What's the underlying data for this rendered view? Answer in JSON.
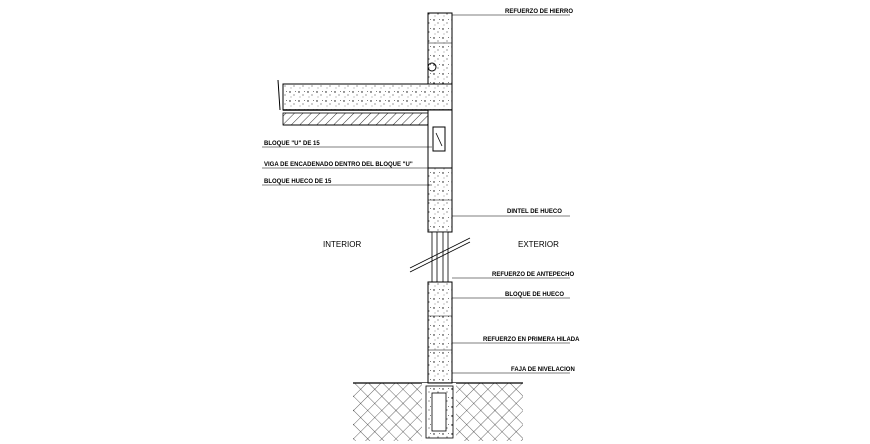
{
  "labels": {
    "refuerzo_hierro": "REFUERZO DE HIERRO",
    "bloque_u": "BLOQUE \"U\" DE 15",
    "viga_encadenado": "VIGA DE ENCADENADO DENTRO DEL BLOQUE \"U\"",
    "bloque_hueco": "BLOQUE HUECO DE 15",
    "interior": "INTERIOR",
    "exterior": "EXTERIOR",
    "dintel": "DINTEL DE HUECO",
    "refuerzo_antepecho": "REFUERZO DE ANTEPECHO",
    "bloque_hueco_2": "BLOQUE DE HUECO",
    "refuerzo_primera_hilada": "REFUERZO EN PRIMERA HILADA",
    "faja_nivelacion": "FAJA DE NIVELACION"
  }
}
